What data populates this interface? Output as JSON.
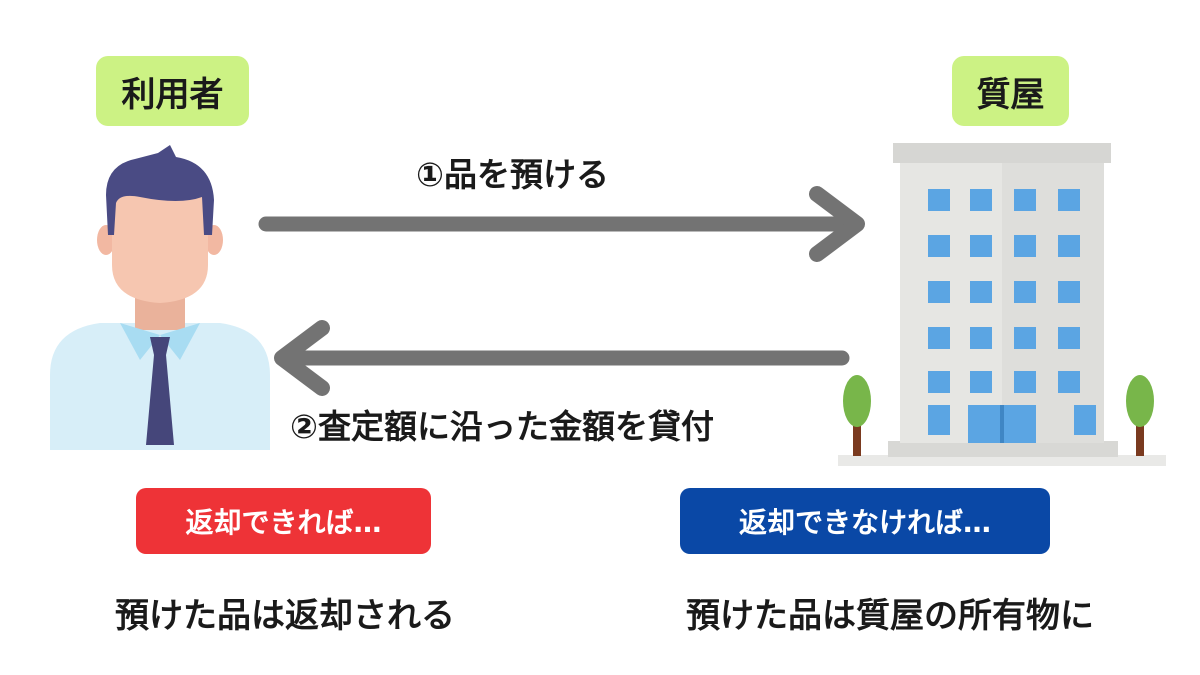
{
  "diagram": {
    "user_label": "利用者",
    "pawnshop_label": "質屋",
    "arrow_deposit_label": "①品を預ける",
    "arrow_loan_label": "②査定額に沿った金額を貸付",
    "outcome_repay": {
      "badge": "返却できれば…",
      "badge_color": "#ee3337",
      "result": "預けた品は返却される"
    },
    "outcome_default": {
      "badge": "返却できなければ…",
      "badge_color": "#0a48a6",
      "result": "預けた品は質屋の所有物に"
    }
  },
  "colors": {
    "badge_green": "#ccf284",
    "arrow_gray": "#737373",
    "hair": "#4a4b84",
    "skin": "#f6c6b0",
    "shirt": "#d7eef8",
    "collar": "#a8dcf2",
    "tie": "#45467a",
    "building": "#e6e6e3",
    "window": "#5ba5e3",
    "tree": "#78b64a",
    "trunk": "#7a3a1f"
  }
}
